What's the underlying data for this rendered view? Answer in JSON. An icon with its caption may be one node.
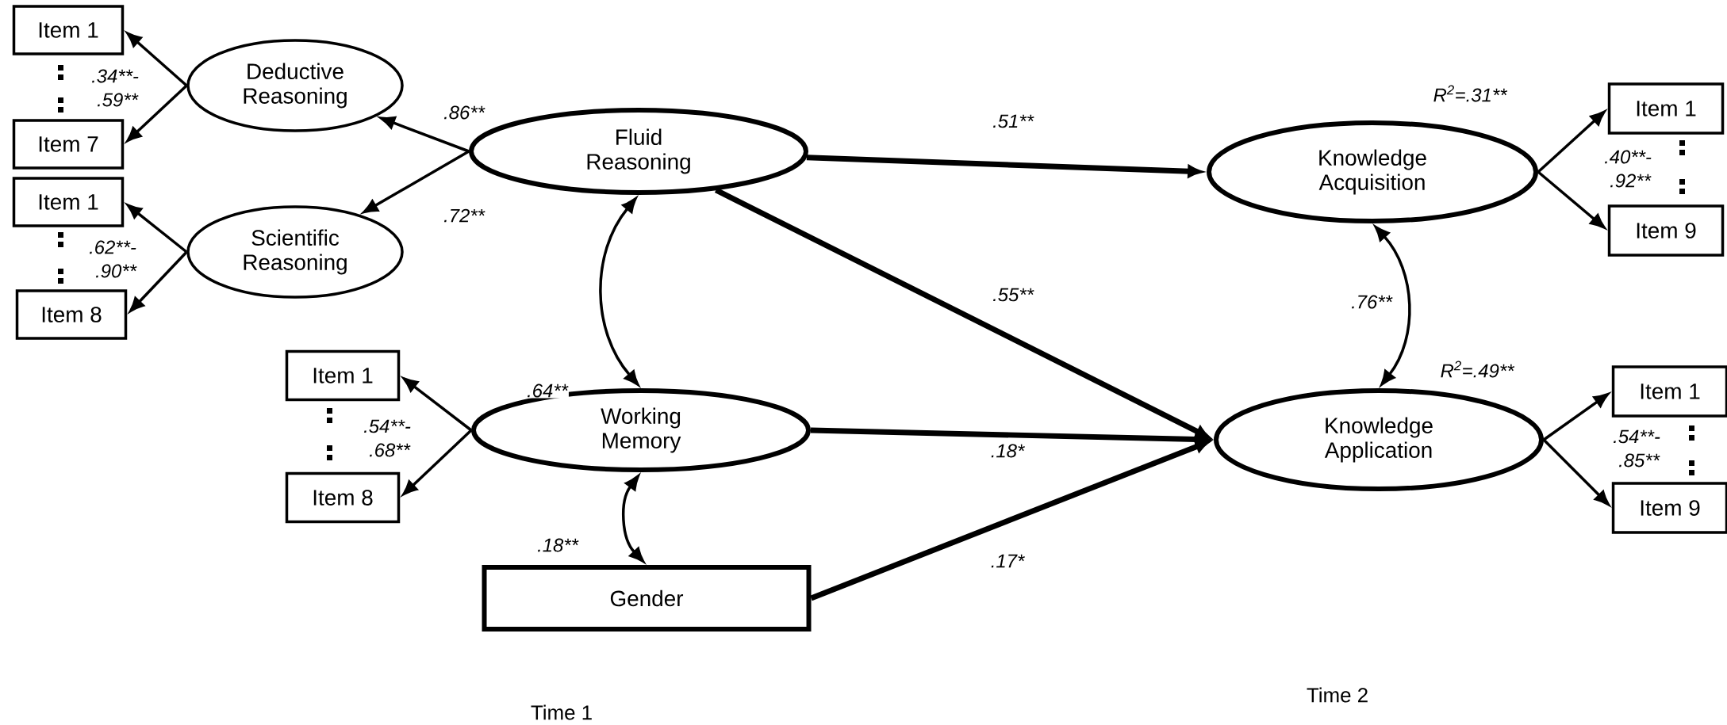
{
  "diagram": {
    "nodes": [
      {
        "text": [
          "Item 1"
        ]
      },
      {
        "text": [
          "Item 7"
        ]
      },
      {
        "text": [
          "Deductive Reasoning"
        ]
      },
      {
        "text": [
          "Item 1"
        ]
      },
      {
        "text": [
          "Item 8"
        ]
      },
      {
        "text": [
          "Scientific Reasoning"
        ]
      },
      {
        "text": [
          "Fluid Reasoning"
        ]
      },
      {
        "text": [
          "Item 1"
        ]
      },
      {
        "text": [
          "Item 8"
        ]
      },
      {
        "text": [
          "Working Memory"
        ]
      },
      {
        "text": [
          "Gender"
        ]
      },
      {
        "text": [
          "Knowledge Acquisition"
        ],
        "beside": [
          "R$^{2}$=.31**"
        ]
      },
      {
        "text": [
          "Item 1"
        ]
      },
      {
        "text": [
          "Item 9"
        ]
      },
      {
        "text": [
          "Knowledge Application"
        ],
        "beside": [
          "R$^{2}$=.49**"
        ]
      },
      {
        "text": [
          "Item 1"
        ]
      },
      {
        "text": [
          "Item 9"
        ]
      }
    ],
    "edges": [
      {
        "from": 2,
        "to": 0,
        "arrow": "to"
      },
      {
        "from": 2,
        "to": 1,
        "arrow": "to"
      },
      {
        "from": 6,
        "to": 2,
        "arrow": "to",
        "label": ".86**"
      },
      {
        "from": 6,
        "to": 5,
        "arrow": "to",
        "label": ".72**"
      },
      {
        "from": 5,
        "to": 3,
        "arrow": "to"
      },
      {
        "from": 5,
        "to": 4,
        "arrow": "to"
      },
      {
        "from": 6,
        "to": 9,
        "arrow": "both",
        "label": ".64**"
      },
      {
        "from": 9,
        "to": 7,
        "arrow": "to"
      },
      {
        "from": 9,
        "to": 8,
        "arrow": "to"
      },
      {
        "from": 9,
        "to": 10,
        "arrow": "both",
        "label": ".18**"
      },
      {
        "from": 6,
        "to": 11,
        "arrow": "to",
        "label": ".51**",
        "style": "thick"
      },
      {
        "from": 6,
        "to": 14,
        "arrow": "to",
        "label": ".55**",
        "style": "thick"
      },
      {
        "from": 9,
        "to": 14,
        "arrow": "to",
        "label": ".18*",
        "style": "thick"
      },
      {
        "from": 10,
        "to": 14,
        "arrow": "to",
        "label": ".17*",
        "style": "thick"
      },
      {
        "from": 11,
        "to": 14,
        "arrow": "both",
        "label": ".76**"
      },
      {
        "from": 11,
        "to": 12,
        "arrow": "to"
      },
      {
        "from": 11,
        "to": 13,
        "arrow": "to"
      },
      {
        "from": 14,
        "to": 15,
        "arrow": "to"
      },
      {
        "from": 14,
        "to": 16,
        "arrow": "to"
      }
    ],
    "labels": [
      ".34**-",
      ".59**",
      ".62**-",
      ".90**",
      ".40**-",
      ".92**",
      ".54**-",
      ".68**",
      ".54**-",
      ".85**",
      "Time 2",
      "Time 1"
    ]
  }
}
